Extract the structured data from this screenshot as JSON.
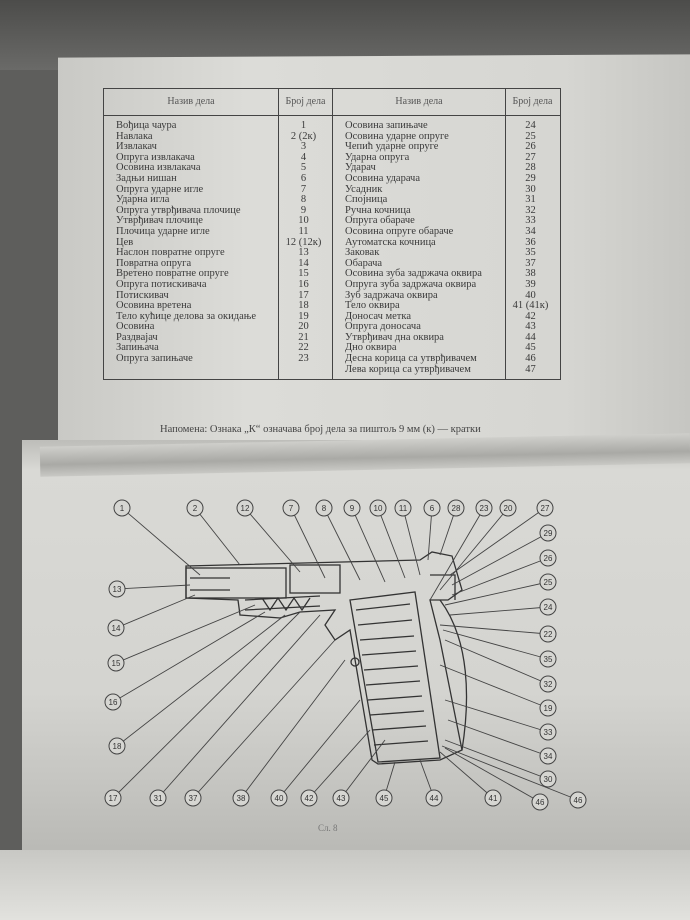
{
  "table": {
    "headers": {
      "name": "Назив дела",
      "number": "Број дела"
    },
    "left": [
      {
        "name": "Вођица чаура",
        "num": "1"
      },
      {
        "name": "Навлака",
        "num": "2  (2к)"
      },
      {
        "name": "Извлакач",
        "num": "3"
      },
      {
        "name": "Опруга извлакача",
        "num": "4"
      },
      {
        "name": "Осовина извлакача",
        "num": "5"
      },
      {
        "name": "Задњи нишан",
        "num": "6"
      },
      {
        "name": "Опруга ударне игле",
        "num": "7"
      },
      {
        "name": "Ударна игла",
        "num": "8"
      },
      {
        "name": "Опруга утврђивача плочице",
        "num": "9"
      },
      {
        "name": "Утврђивач плочице",
        "num": "10"
      },
      {
        "name": "Плочица ударне игле",
        "num": "11"
      },
      {
        "name": "Цев",
        "num": "12 (12к)"
      },
      {
        "name": "Наслон повратне опруге",
        "num": "13"
      },
      {
        "name": "Повратна опруга",
        "num": "14"
      },
      {
        "name": "Вретено повратне опруге",
        "num": "15"
      },
      {
        "name": "Опруга потискивача",
        "num": "16"
      },
      {
        "name": "Потискивач",
        "num": "17"
      },
      {
        "name": "Осовина вретена",
        "num": "18"
      },
      {
        "name": "Тело кућице делова за окидање",
        "num": "19"
      },
      {
        "name": "Осовина",
        "num": "20"
      },
      {
        "name": "Раздвајач",
        "num": "21"
      },
      {
        "name": "Запињача",
        "num": "22"
      },
      {
        "name": "Опруга запињаче",
        "num": "23"
      }
    ],
    "right": [
      {
        "name": "Осовина запињаче",
        "num": "24"
      },
      {
        "name": "Осовина ударне опруге",
        "num": "25"
      },
      {
        "name": "Чепић ударне опруге",
        "num": "26"
      },
      {
        "name": "Ударна опруга",
        "num": "27"
      },
      {
        "name": "Ударач",
        "num": "28"
      },
      {
        "name": "Осовина ударача",
        "num": "29"
      },
      {
        "name": "Усадник",
        "num": "30"
      },
      {
        "name": "Спојница",
        "num": "31"
      },
      {
        "name": "Ручна кочница",
        "num": "32"
      },
      {
        "name": "Опруга обараче",
        "num": "33"
      },
      {
        "name": "Осовина опруге обараче",
        "num": "34"
      },
      {
        "name": "Аутоматска кочница",
        "num": "36"
      },
      {
        "name": "Заковак",
        "num": "35"
      },
      {
        "name": "Обарача",
        "num": "37"
      },
      {
        "name": "Осовина зуба задржача оквира",
        "num": "38"
      },
      {
        "name": "Опруга зуба задржача оквира",
        "num": "39"
      },
      {
        "name": "Зуб задржача оквира",
        "num": "40"
      },
      {
        "name": "Тело оквира",
        "num": "41 (41к)"
      },
      {
        "name": "Доносач метка",
        "num": "42"
      },
      {
        "name": "Опруга доносача",
        "num": "43"
      },
      {
        "name": "Утврђивач дна оквира",
        "num": "44"
      },
      {
        "name": "Дно оквира",
        "num": "45"
      },
      {
        "name": "Десна корица са утврђивачем",
        "num": "46"
      },
      {
        "name": "Лева корица са утврђивачем",
        "num": "47"
      }
    ]
  },
  "note": "Напомена: Ознака „К“ означава број дела за пиштољ 9 мм (к) — кратки",
  "figure": {
    "callouts": [
      "1",
      "2",
      "12",
      "7",
      "8",
      "9",
      "10",
      "11",
      "6",
      "28",
      "23",
      "20",
      "27",
      "29",
      "26",
      "25",
      "24",
      "22",
      "35",
      "32",
      "19",
      "33",
      "34",
      "30",
      "46",
      "13",
      "14",
      "15",
      "16",
      "18",
      "17",
      "31",
      "37",
      "38",
      "40",
      "42",
      "43",
      "45",
      "44",
      "41",
      "46"
    ],
    "caption": "Сл. 8"
  }
}
